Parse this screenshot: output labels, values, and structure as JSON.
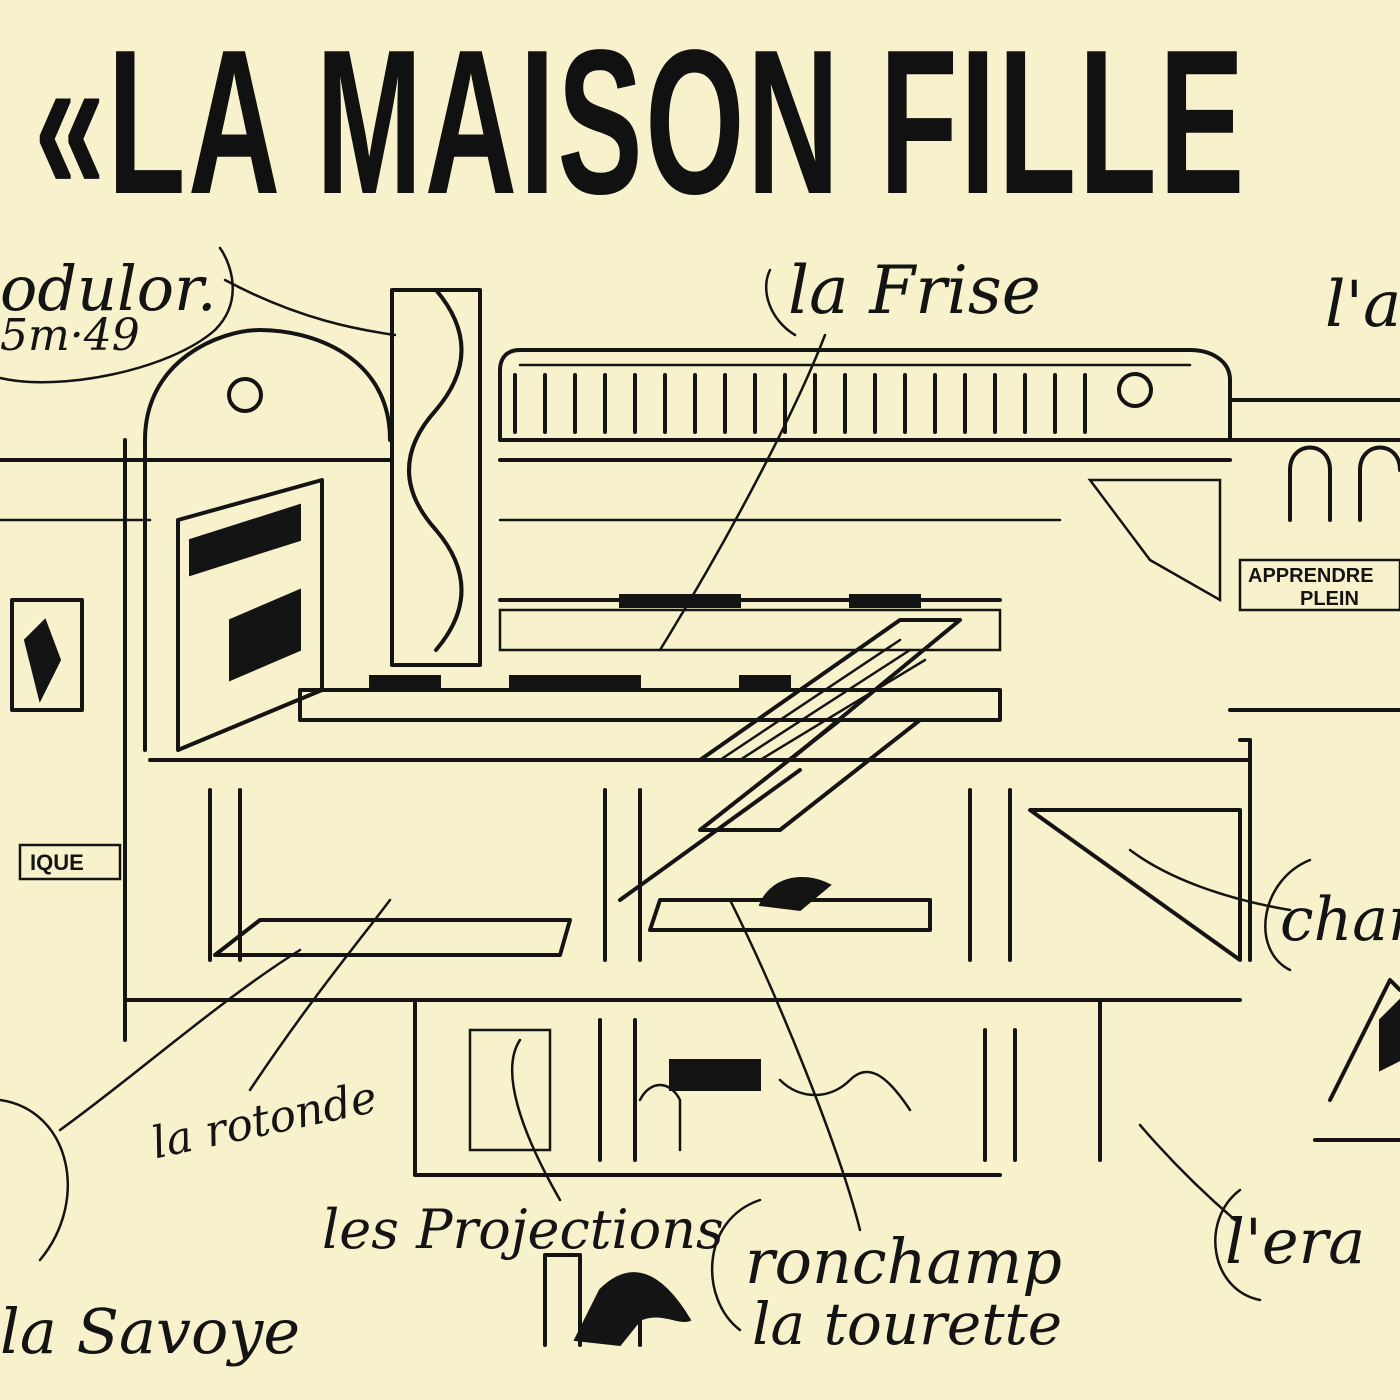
{
  "title": "«LA MAISON FILLE",
  "annotations": {
    "modulor": "odulor.",
    "modulor_height": "5m·49",
    "la_frise": "la Frise",
    "l_ag": "l'ag",
    "chan": "chan",
    "l_era": "l'era",
    "la_rotonde": "la rotonde",
    "les_projections": "les Projections",
    "ronchamp": "ronchamp",
    "la_tourette": "la tourette",
    "la_savoye": "la Savoye"
  },
  "signs": {
    "apprendre": "APPRENDRE",
    "plein": "PLEIN",
    "ique": "IQUE"
  },
  "colors": {
    "paper": "#f7f1cc",
    "ink": "#141414"
  }
}
